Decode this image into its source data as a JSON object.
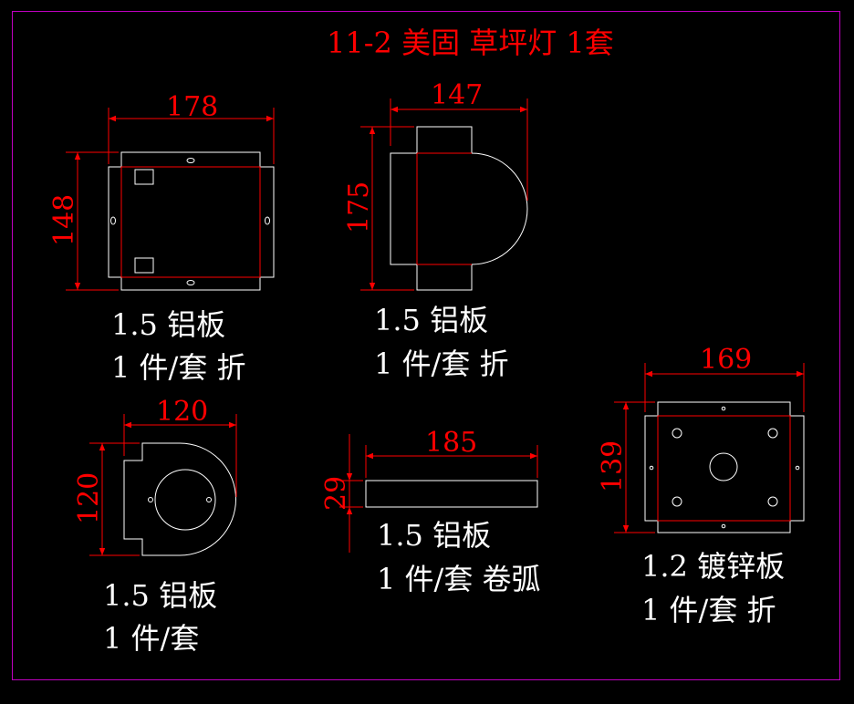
{
  "title": "11-2 美固 草坪灯 1套",
  "colors": {
    "background": "#000000",
    "frame": "#c000c0",
    "dimension": "#ff0000",
    "outline": "#ffffff",
    "label": "#ffffff"
  },
  "parts": [
    {
      "id": "part-1",
      "dim_width": "178",
      "dim_height": "148",
      "label_line1": "1.5 铝板",
      "label_line2": "1 件/套 折"
    },
    {
      "id": "part-2",
      "dim_width": "147",
      "dim_height": "175",
      "label_line1": "1.5 铝板",
      "label_line2": "1 件/套 折"
    },
    {
      "id": "part-3",
      "dim_width": "120",
      "dim_height": "120",
      "label_line1": "1.5 铝板",
      "label_line2": "1 件/套"
    },
    {
      "id": "part-4",
      "dim_width": "185",
      "dim_height": "29",
      "label_line1": "1.5 铝板",
      "label_line2": "1 件/套 卷弧"
    },
    {
      "id": "part-5",
      "dim_width": "169",
      "dim_height": "139",
      "label_line1": "1.2 镀锌板",
      "label_line2": "1 件/套 折"
    }
  ]
}
